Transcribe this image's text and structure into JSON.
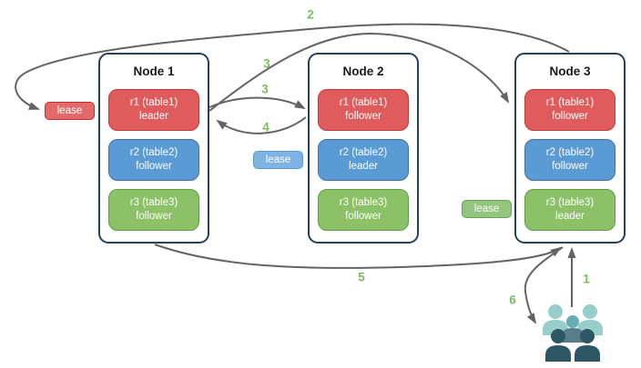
{
  "nodes": [
    {
      "title": "Node 1",
      "replicas": [
        {
          "name": "r1 (table1)",
          "role": "leader",
          "color": "red"
        },
        {
          "name": "r2 (table2)",
          "role": "follower",
          "color": "blue"
        },
        {
          "name": "r3 (table3)",
          "role": "follower",
          "color": "green"
        }
      ]
    },
    {
      "title": "Node 2",
      "replicas": [
        {
          "name": "r1 (table1)",
          "role": "follower",
          "color": "red"
        },
        {
          "name": "r2 (table2)",
          "role": "leader",
          "color": "blue"
        },
        {
          "name": "r3 (table3)",
          "role": "follower",
          "color": "green"
        }
      ]
    },
    {
      "title": "Node 3",
      "replicas": [
        {
          "name": "r1 (table1)",
          "role": "follower",
          "color": "red"
        },
        {
          "name": "r2 (table2)",
          "role": "follower",
          "color": "blue"
        },
        {
          "name": "r3 (table3)",
          "role": "leader",
          "color": "green"
        }
      ]
    }
  ],
  "leases": {
    "red": {
      "label": "lease"
    },
    "blue": {
      "label": "lease"
    },
    "green": {
      "label": "lease"
    }
  },
  "step_labels": {
    "s1": "1",
    "s2": "2",
    "s3a": "3",
    "s3b": "3",
    "s4": "4",
    "s5": "5",
    "s6": "6"
  },
  "icons": {
    "users": "users-group-icon"
  },
  "colors": {
    "replica_red_fill": "#e05c5c",
    "replica_red_border": "#be3e3e",
    "replica_blue_fill": "#5b9bd5",
    "replica_blue_border": "#41719c",
    "replica_green_fill": "#8cc168",
    "replica_green_border": "#5f9c49",
    "lease_red_fill": "#e36a6a",
    "lease_blue_fill": "#7fb3e3",
    "lease_green_fill": "#92c67e",
    "node_border": "#26405c",
    "arrow": "#636363",
    "step_number": "#7cbb5c",
    "users_light_teal": "#97cecb",
    "users_medium_teal_head": "#67adb2",
    "users_medium_teal_body": "#577e89",
    "users_dark_slate": "#2e5765"
  }
}
